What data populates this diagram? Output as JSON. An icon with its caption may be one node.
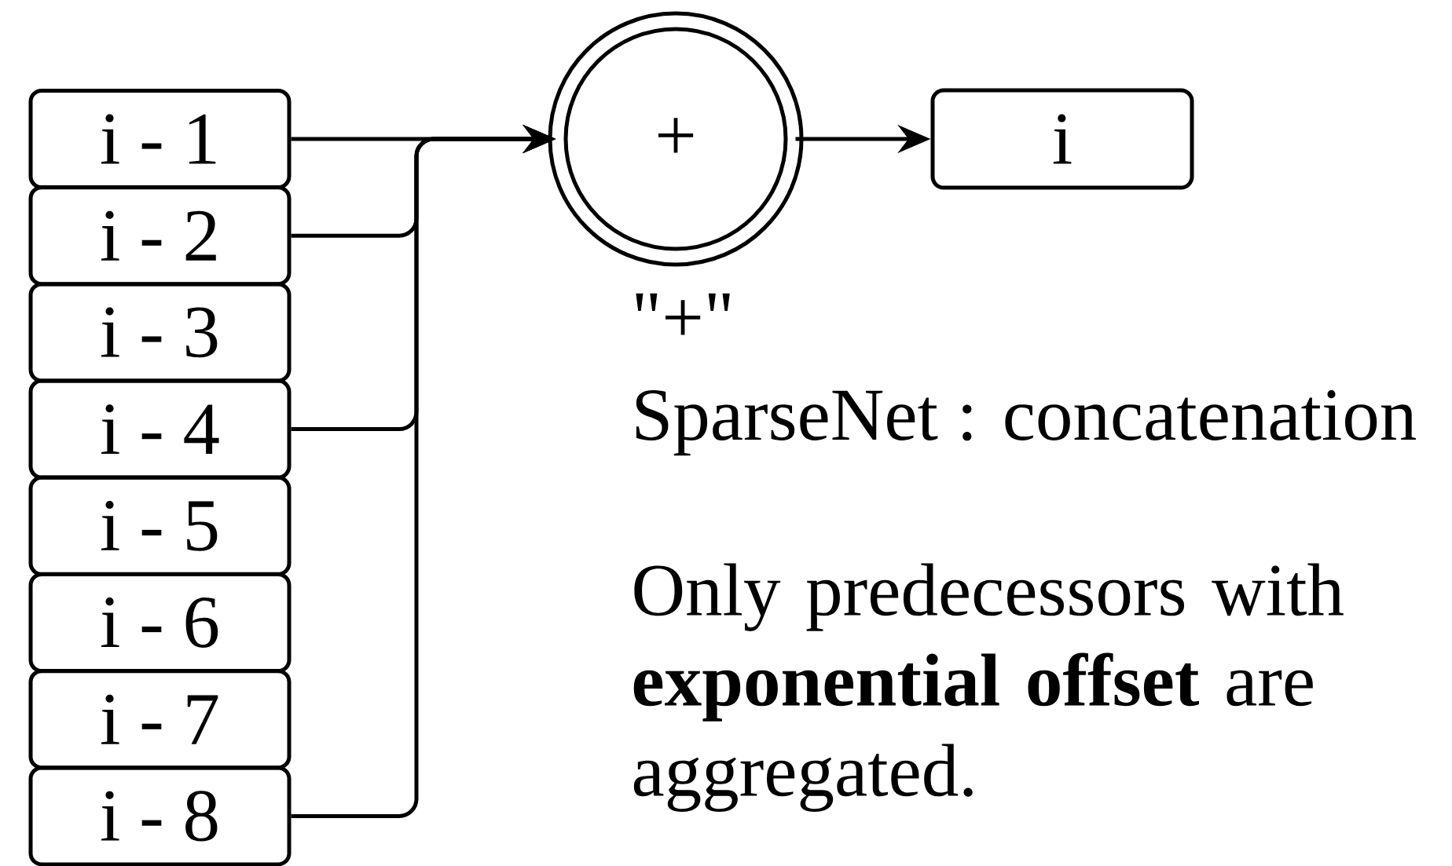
{
  "diagram": {
    "nodes": [
      {
        "text": [
          "i - 1"
        ]
      },
      {
        "text": [
          "i - 2"
        ]
      },
      {
        "text": [
          "i - 3"
        ]
      },
      {
        "text": [
          "i - 4"
        ]
      },
      {
        "text": [
          "i - 5"
        ]
      },
      {
        "text": [
          "i - 6"
        ]
      },
      {
        "text": [
          "i - 7"
        ]
      },
      {
        "text": [
          "i - 8"
        ]
      },
      {
        "text": [
          "+"
        ]
      },
      {
        "text": [
          "i"
        ]
      }
    ],
    "edges": [
      {
        "from": 0,
        "to": 8,
        "arrow": "to"
      },
      {
        "from": 1,
        "to": 8,
        "arrow": "to"
      },
      {
        "from": 3,
        "to": 8,
        "arrow": "to"
      },
      {
        "from": 7,
        "to": 8,
        "arrow": "to"
      },
      {
        "from": 8,
        "to": 9,
        "arrow": "to"
      }
    ],
    "labels": [
      "\"+\"",
      "SparseNet : concatenation",
      "Only predecessors with **exponential offset** are aggregated."
    ]
  }
}
